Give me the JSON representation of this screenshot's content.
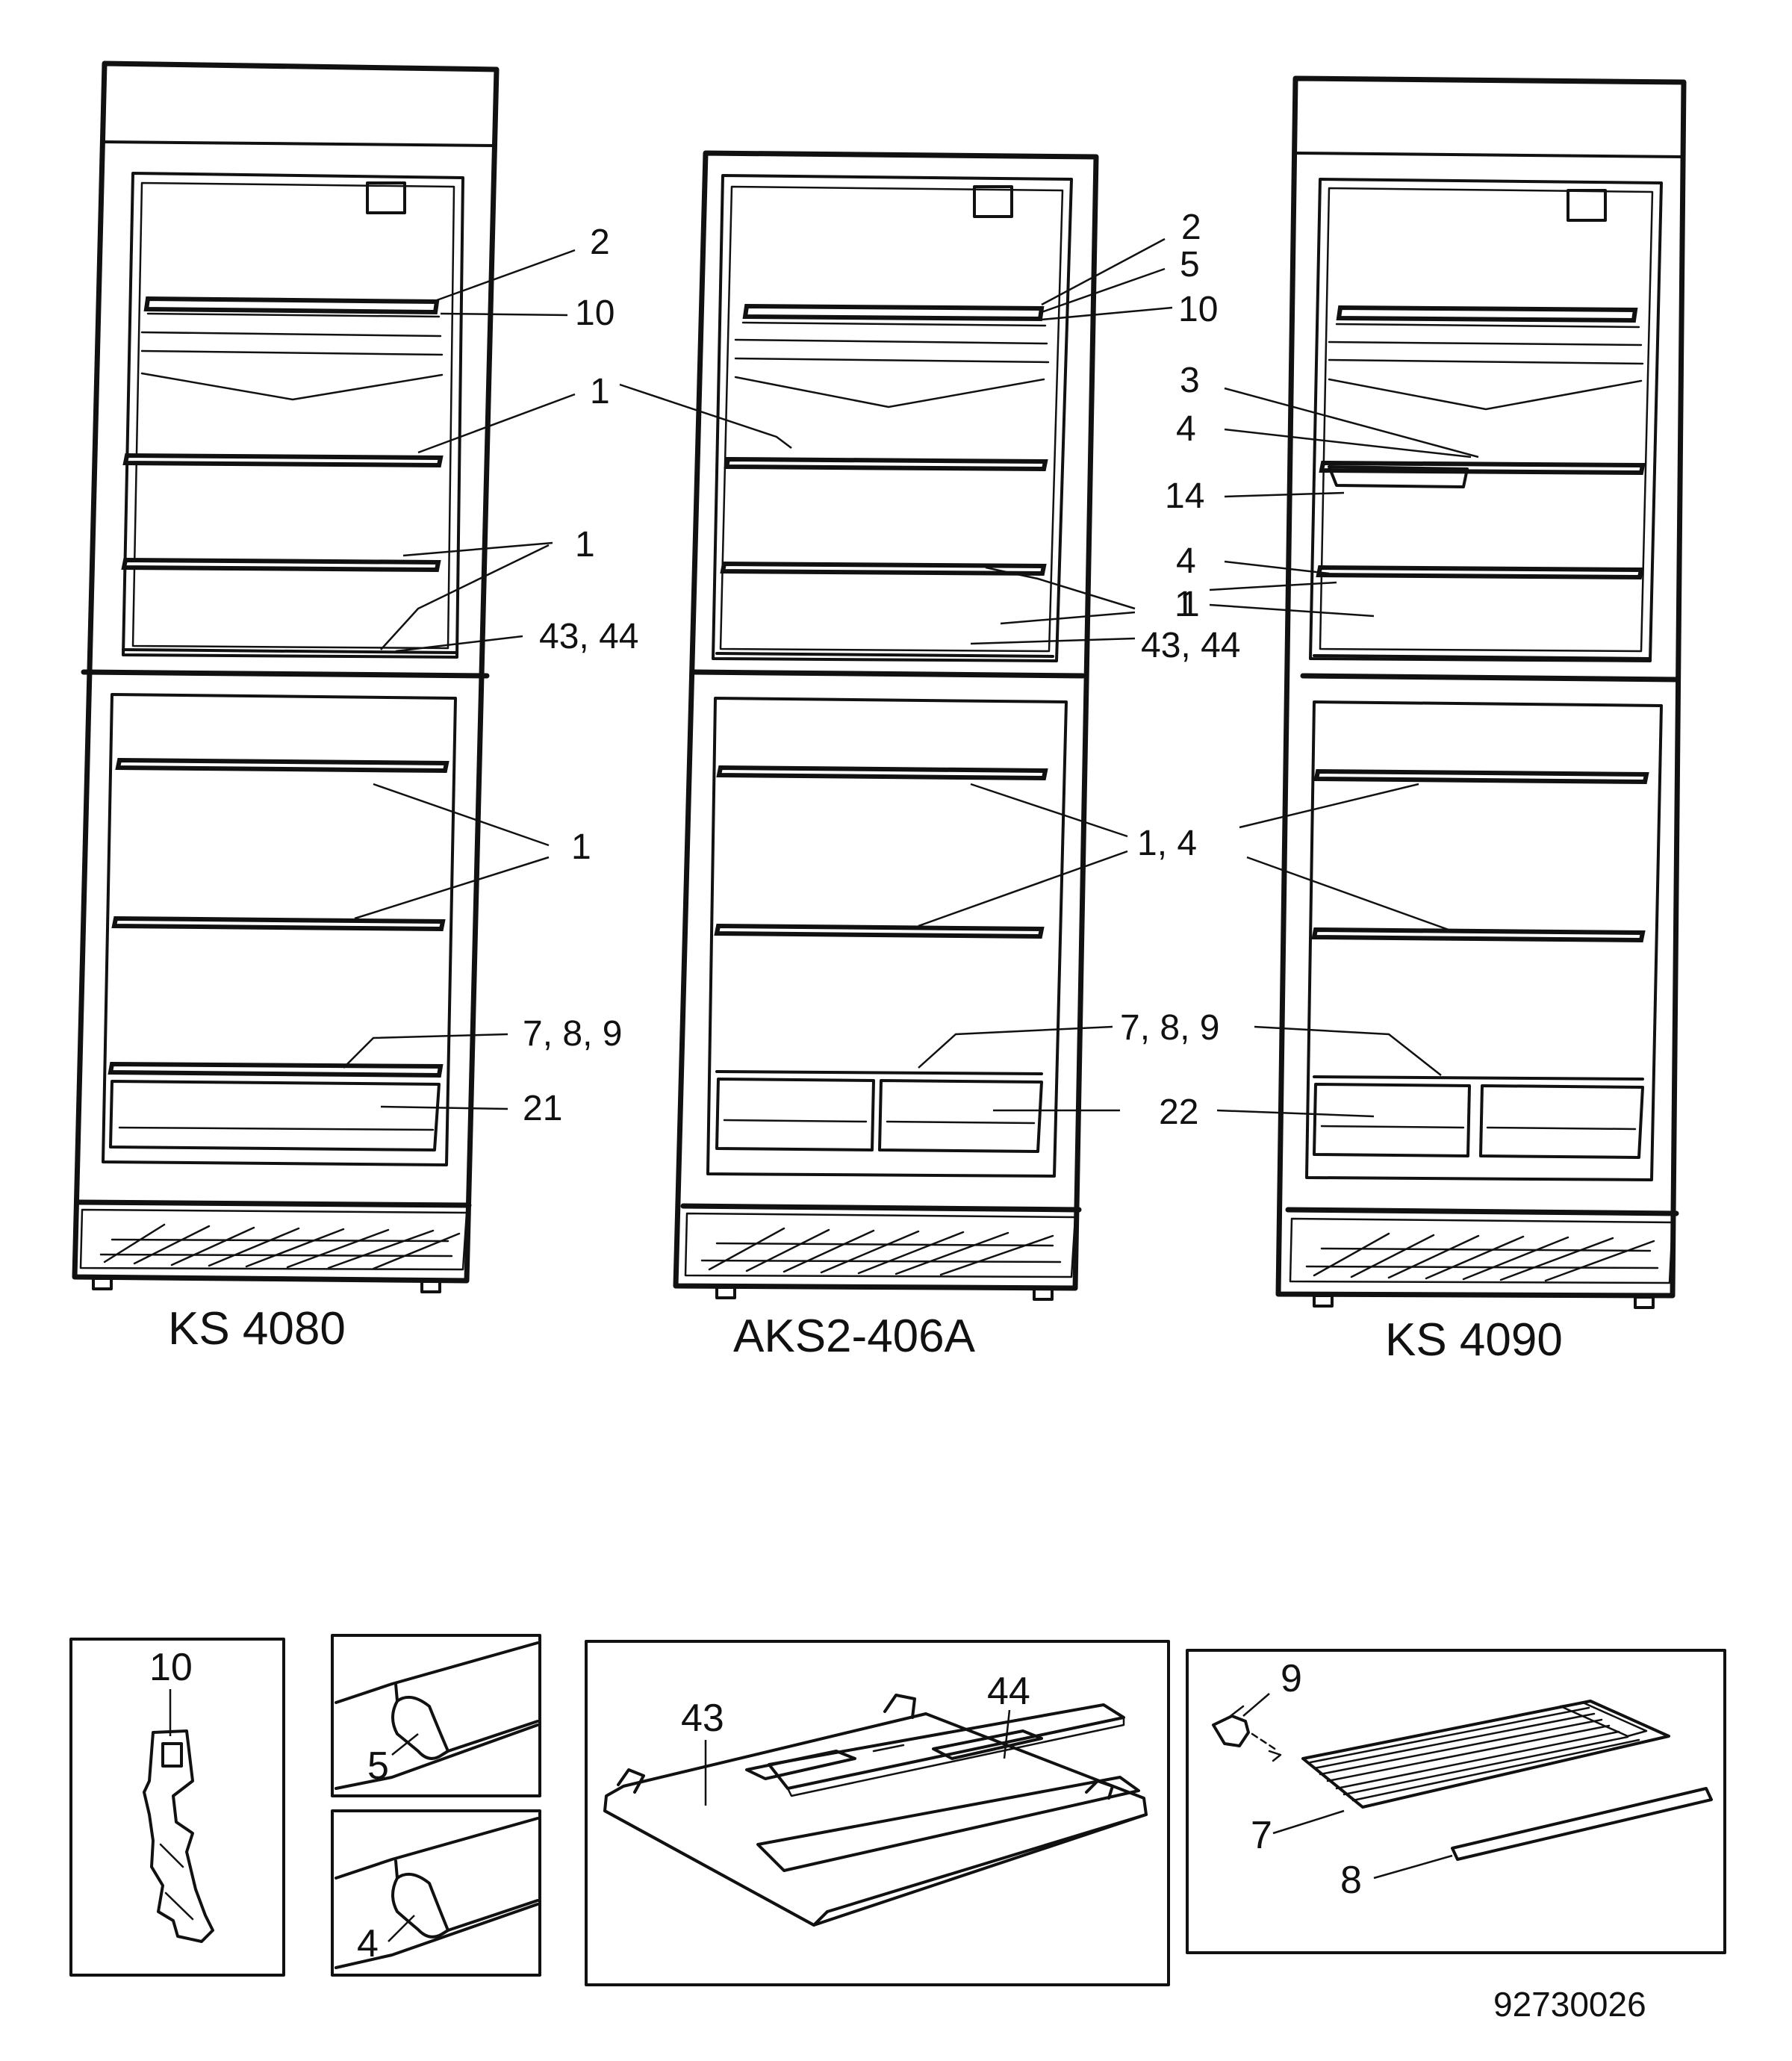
{
  "models": [
    {
      "name": "KS 4080",
      "callouts": [
        {
          "label": "2"
        },
        {
          "label": "10"
        },
        {
          "label": "1"
        },
        {
          "label": "1"
        },
        {
          "label": "43, 44"
        },
        {
          "label": "1"
        },
        {
          "label": "7, 8, 9"
        },
        {
          "label": "21"
        }
      ]
    },
    {
      "name": "AKS2-406A",
      "callouts": [
        {
          "label": "2"
        },
        {
          "label": "5"
        },
        {
          "label": "10"
        },
        {
          "label": "1"
        },
        {
          "label": "43, 44"
        },
        {
          "label": "1, 4"
        },
        {
          "label": "7, 8, 9"
        },
        {
          "label": "22"
        }
      ]
    },
    {
      "name": "KS 4090",
      "callouts": [
        {
          "label": "3"
        },
        {
          "label": "4"
        },
        {
          "label": "14"
        },
        {
          "label": "4"
        },
        {
          "label": "1"
        }
      ]
    }
  ],
  "details": {
    "bracket": {
      "label": "10"
    },
    "seal_top": {
      "label": "5"
    },
    "seal_bottom": {
      "label": "4"
    },
    "cover_panel": {
      "labels": [
        "43",
        "44"
      ]
    },
    "crisper_shelf": {
      "labels": [
        "9",
        "7",
        "8"
      ]
    }
  },
  "document_number": "92730026"
}
